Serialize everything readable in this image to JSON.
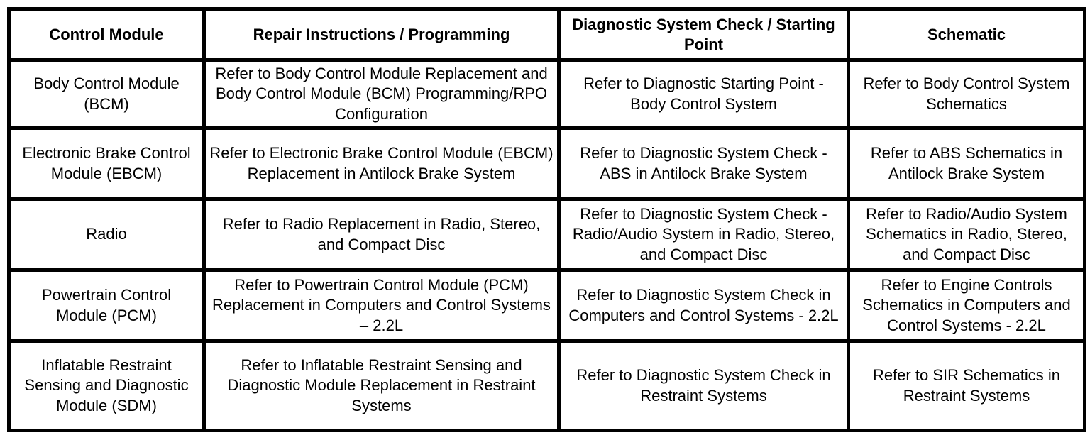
{
  "colors": {
    "border": "#000000",
    "text": "#000000",
    "background": "#ffffff"
  },
  "table": {
    "columns": [
      {
        "label": "Control Module"
      },
      {
        "label": "Repair Instructions / Programming"
      },
      {
        "label": "Diagnostic System Check / Starting Point"
      },
      {
        "label": "Schematic"
      }
    ],
    "rows": [
      {
        "control_module": "Body Control Module (BCM)",
        "repair_instructions": "Refer to Body Control Module Replacement and Body Control Module (BCM) Programming/RPO Configuration",
        "diagnostic_check": "Refer to Diagnostic Starting Point - Body Control System",
        "schematic": "Refer to Body Control System Schematics"
      },
      {
        "control_module": "Electronic Brake Control Module (EBCM)",
        "repair_instructions": "Refer to Electronic Brake Control Module (EBCM) Replacement in Antilock Brake System",
        "diagnostic_check": "Refer to Diagnostic System Check - ABS in Antilock Brake System",
        "schematic": "Refer to ABS Schematics in Antilock Brake System"
      },
      {
        "control_module": "Radio",
        "repair_instructions": "Refer to Radio Replacement in Radio, Stereo, and Compact Disc",
        "diagnostic_check": "Refer to Diagnostic System Check - Radio/Audio System in Radio, Stereo, and Compact Disc",
        "schematic": "Refer to Radio/Audio System Schematics in Radio, Stereo, and Compact Disc"
      },
      {
        "control_module": "Powertrain Control Module (PCM)",
        "repair_instructions": "Refer to Powertrain Control Module (PCM) Replacement in Computers and Control Systems – 2.2L",
        "diagnostic_check": "Refer to Diagnostic System Check in Computers and Control Systems - 2.2L",
        "schematic": "Refer to Engine Controls Schematics in Computers and Control Systems - 2.2L"
      },
      {
        "control_module": "Inflatable Restraint Sensing and Diagnostic Module (SDM)",
        "repair_instructions": "Refer to Inflatable Restraint Sensing and Diagnostic Module Replacement in Restraint Systems",
        "diagnostic_check": "Refer to Diagnostic System Check  in Restraint Systems",
        "schematic": "Refer to SIR Schematics in Restraint Systems"
      }
    ]
  }
}
